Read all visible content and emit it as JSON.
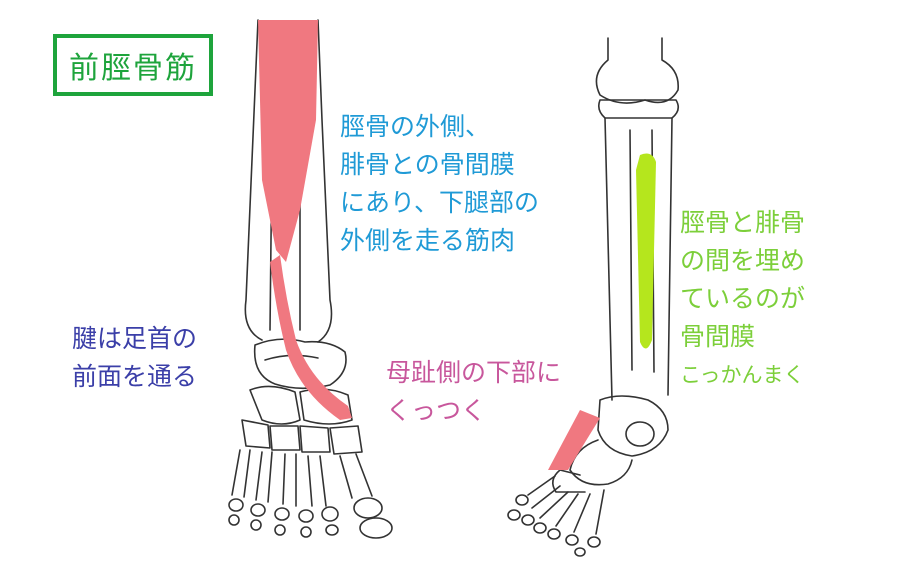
{
  "title": "前脛骨筋",
  "labels": {
    "location": [
      "脛骨の外側、",
      "腓骨との骨間膜",
      "にあり、下腿部の",
      "外側を走る筋肉"
    ],
    "tendon": [
      "腱は足首の",
      "前面を通る"
    ],
    "insertion": [
      "母趾側の下部に",
      "くっつく"
    ],
    "membrane": [
      "脛骨と腓骨",
      "の間を埋め",
      "ているのが",
      "骨間膜"
    ],
    "membrane_reading": "こっかんまく"
  },
  "colors": {
    "muscle": "#f07880",
    "membrane": "#b5e61d",
    "title": "#1ea43c",
    "location_text": "#1f9ad6",
    "tendon_text": "#3b3fa8",
    "insertion_text": "#c8579c",
    "membrane_text": "#7ccf3a"
  }
}
